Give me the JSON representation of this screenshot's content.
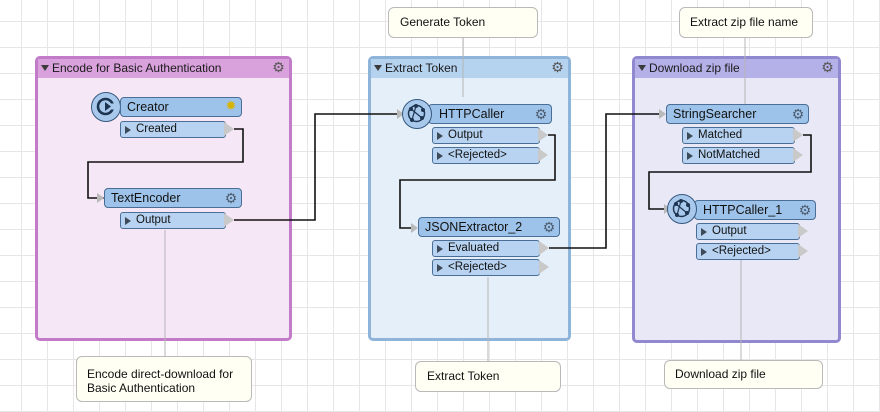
{
  "bookmarks": {
    "encode": {
      "title": "Encode for Basic Authentication",
      "border": "#c27bc9",
      "header": "#d9a2dc",
      "body": "#f5e7f6"
    },
    "extract": {
      "title": "Extract Token",
      "border": "#8fb4d9",
      "header": "#b5d2ef",
      "body": "#e5eff9"
    },
    "download": {
      "title": "Download zip file",
      "border": "#9189cf",
      "header": "#b4b0e8",
      "body": "#e9e8f6"
    }
  },
  "transformers": {
    "creator": {
      "name": "Creator",
      "ports": [
        "Created"
      ]
    },
    "text_encoder": {
      "name": "TextEncoder",
      "ports": [
        "Output"
      ]
    },
    "http_caller": {
      "name": "HTTPCaller",
      "ports": [
        "Output",
        "<Rejected>"
      ]
    },
    "json_extractor": {
      "name": "JSONExtractor_2",
      "ports": [
        "Evaluated",
        "<Rejected>"
      ]
    },
    "string_searcher": {
      "name": "StringSearcher",
      "ports": [
        "Matched",
        "NotMatched"
      ]
    },
    "http_caller_1": {
      "name": "HTTPCaller_1",
      "ports": [
        "Output",
        "<Rejected>"
      ]
    }
  },
  "annotations": {
    "generate_token": "Generate Token",
    "extract_zip_name": "Extract zip file name",
    "encode_note": "Encode direct-download for Basic Authentication",
    "extract_token": "Extract Token",
    "download_zip": "Download zip file"
  },
  "icons": {
    "gear": "gear-icon",
    "collapse": "triangle-down-icon",
    "creator": "creator-icon",
    "http": "network-globe-icon",
    "spark": "sun-icon"
  }
}
